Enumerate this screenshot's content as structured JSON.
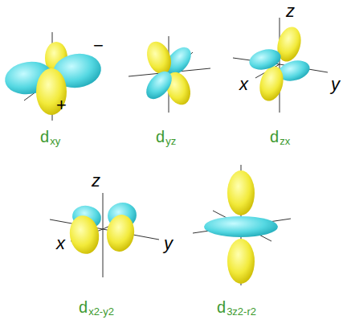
{
  "diagram": {
    "labels": [
      "−",
      "+",
      "z",
      "x",
      "y",
      "z",
      "x",
      "y",
      "d",
      "xy",
      "d",
      "yz",
      "d",
      "zx",
      "d",
      "x2-y2",
      "d",
      "3z2-r2"
    ]
  }
}
